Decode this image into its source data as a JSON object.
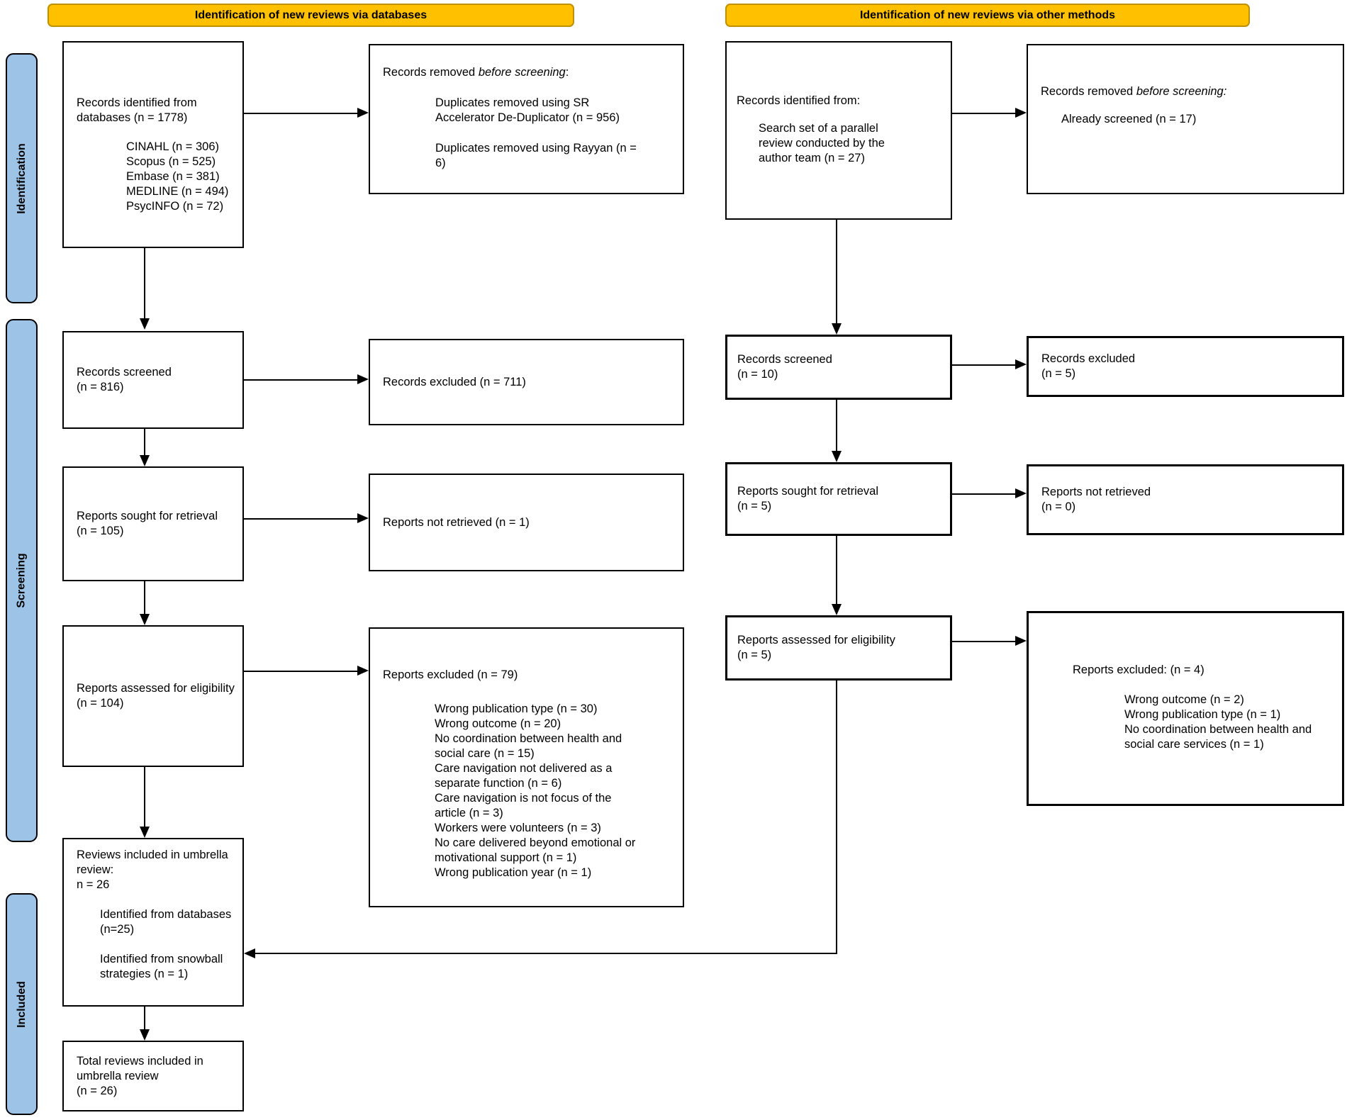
{
  "headers": {
    "databases": "Identification of new reviews via databases",
    "other": "Identification of new reviews via other methods"
  },
  "sidebar": {
    "identification": "Identification",
    "screening": "Screening",
    "included": "Included"
  },
  "colors": {
    "header_bg": "#FFC000",
    "header_border": "#BF9000",
    "sidebar_bg": "#9DC3E6",
    "box_border": "#000000",
    "box_bg": "#FFFFFF",
    "arrow": "#000000"
  },
  "boxes": {
    "identified_db": {
      "lines": [
        "Records identified from",
        "databases (n = 1778)"
      ],
      "items": [
        "CINAHL (n = 306)",
        "Scopus (n = 525)",
        "Embase (n = 381)",
        "MEDLINE (n = 494)",
        "PsycINFO (n = 72)"
      ]
    },
    "removed_db": {
      "prefix": "Records removed ",
      "italic": "before screening",
      "suffix": ":",
      "items": [
        "Duplicates removed using SR Accelerator De-Duplicator (n = 956)",
        "Duplicates removed using Rayyan (n = 6)"
      ]
    },
    "screened_db": {
      "lines": [
        "Records screened",
        "(n = 816)"
      ]
    },
    "excluded_db": {
      "text": "Records excluded (n = 711)"
    },
    "sought_db": {
      "lines": [
        "Reports sought for retrieval",
        "(n = 105)"
      ]
    },
    "notretrieved_db": {
      "text": "Reports not retrieved (n = 1)"
    },
    "assessed_db": {
      "lines": [
        "Reports assessed for eligibility",
        "(n = 104)"
      ]
    },
    "rexcluded_db": {
      "title": "Reports excluded (n = 79)",
      "items": [
        "Wrong publication type (n = 30)",
        "Wrong outcome (n = 20)",
        "No coordination between health and social care (n = 15)",
        "Care navigation not delivered as a separate function (n = 6)",
        "Care navigation is not focus of the article (n = 3)",
        "Workers were volunteers (n = 3)",
        "No care delivered beyond emotional or motivational support (n = 1)",
        "Wrong publication year (n = 1)"
      ]
    },
    "reviews_included": {
      "lines": [
        "Reviews included in umbrella",
        "review:",
        "n = 26"
      ],
      "items": [
        "Identified from databases (n=25)",
        "Identified from snowball strategies (n = 1)"
      ]
    },
    "total_included": {
      "lines": [
        "Total reviews included in",
        "umbrella review",
        "(n = 26)"
      ]
    },
    "identified_other": {
      "title": "Records identified from:",
      "items": [
        "Search set of a parallel review conducted by the author team (n = 27)"
      ]
    },
    "removed_other": {
      "prefix": "Records removed ",
      "italic": "before screening:",
      "items": [
        "Already screened (n = 17)"
      ]
    },
    "screened_other": {
      "lines": [
        "Records screened",
        "(n = 10)"
      ]
    },
    "excluded_other": {
      "lines": [
        "Records excluded",
        "(n = 5)"
      ]
    },
    "sought_other": {
      "lines": [
        "Reports sought for retrieval",
        "(n = 5)"
      ]
    },
    "notretrieved_other": {
      "lines": [
        "Reports not retrieved",
        "(n = 0)"
      ]
    },
    "assessed_other": {
      "lines": [
        "Reports assessed for eligibility",
        "(n = 5)"
      ]
    },
    "rexcluded_other": {
      "title": "Reports excluded: (n = 4)",
      "items": [
        "Wrong outcome (n = 2)",
        "Wrong publication type (n = 1)",
        "No coordination between health and social care services (n = 1)"
      ]
    }
  }
}
